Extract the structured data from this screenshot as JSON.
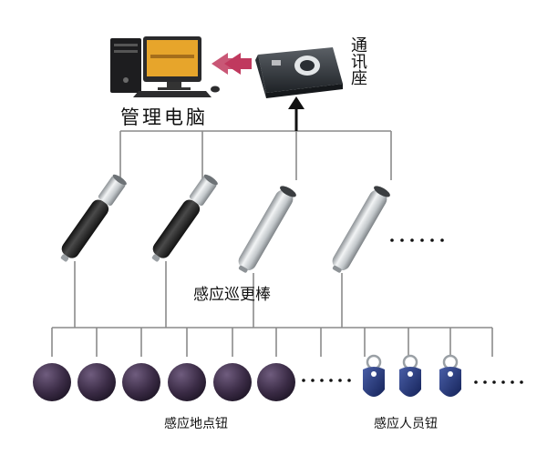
{
  "labels": {
    "computer": "管理电脑",
    "comm_base": "通讯座",
    "patrol_stick": "感应巡更棒",
    "point_button": "感应地点钮",
    "person_button": "感应人员钮"
  },
  "colors": {
    "line": "#8a8a8a",
    "arrow_pink": "#c0395e",
    "stick_dark": "#2a2a2a",
    "stick_silver": "#bfc3c6",
    "point_button": "#3a2b45",
    "person_tag": "#1f2f6b"
  },
  "icons": {
    "computer": "desktop-computer-icon",
    "comm_base": "communication-base-icon",
    "patrol_stick": "patrol-stick-icon",
    "point_button": "location-button-icon",
    "person_button": "keyfob-tag-icon"
  },
  "counts": {
    "patrol_sticks_dark": 2,
    "patrol_sticks_silver": 2,
    "point_buttons": 6,
    "person_tags": 3
  }
}
